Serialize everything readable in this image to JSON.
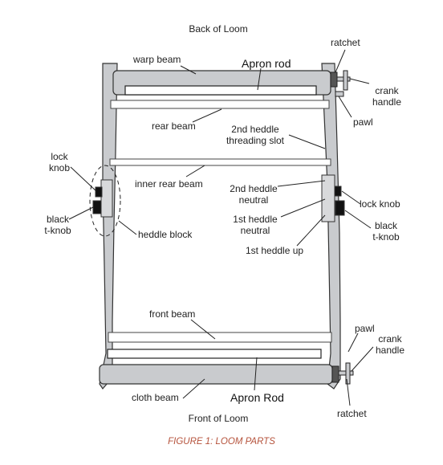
{
  "figure": {
    "caption": "FIGURE 1:  LOOM PARTS",
    "caption_color": "#b5523b",
    "frame_color": "#c9cbce",
    "outline_color": "#333333"
  },
  "labels": {
    "back": "Back of Loom",
    "front": "Front of Loom",
    "warp_beam": "warp beam",
    "apron_rod_top": "Apron rod",
    "apron_rod_bottom": "Apron Rod",
    "rear_beam": "rear beam",
    "threading_slot": [
      "2nd heddle",
      "threading slot"
    ],
    "inner_rear_beam": "inner rear beam",
    "heddle2_neutral": [
      "2nd heddle",
      "neutral"
    ],
    "heddle1_neutral": [
      "1st heddle",
      "neutral"
    ],
    "heddle1_up": "1st heddle up",
    "heddle_block": "heddle block",
    "lock_knob_left": [
      "lock",
      "knob"
    ],
    "lock_knob_right": "lock knob",
    "black_tknob_left": [
      "black",
      "t-knob"
    ],
    "black_tknob_right": [
      "black",
      "t-knob"
    ],
    "front_beam": "front beam",
    "cloth_beam": "cloth beam",
    "ratchet_top": "ratchet",
    "ratchet_bottom": "ratchet",
    "crank_handle_top": [
      "crank",
      "handle"
    ],
    "crank_handle_bottom": [
      "crank",
      "handle"
    ],
    "pawl_top": "pawl",
    "pawl_bottom": "pawl"
  }
}
